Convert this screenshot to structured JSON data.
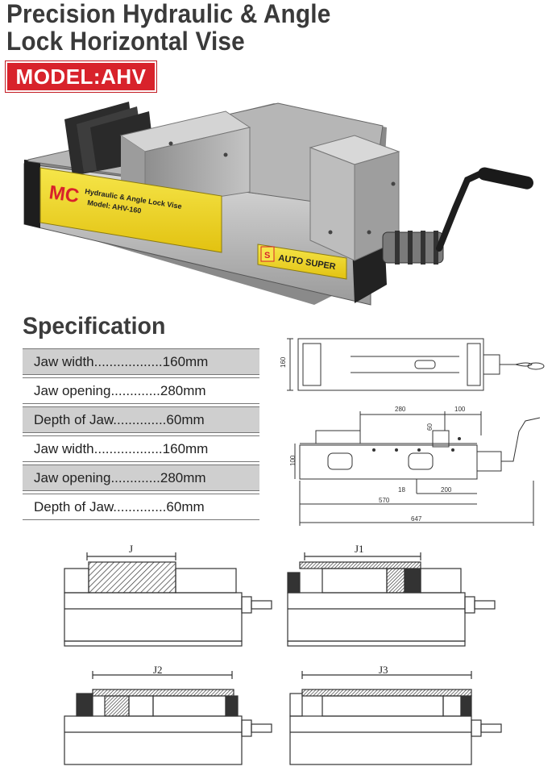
{
  "header": {
    "title_line1": "Precision Hydraulic & Angle",
    "title_line2": "Lock Horizontal Vise",
    "model_badge": "MODEL:AHV"
  },
  "product_image": {
    "brand": "MC",
    "label_line1": "Hydraulic & Angle Lock Vise",
    "label_line2": "Model: AHV-160",
    "maker": "AUTO SUPER",
    "colors": {
      "label_yellow": "#f3d81a",
      "brand_red": "#d8222b",
      "steel": "#b9b9b9",
      "jaw_dark": "#2c2c2c"
    }
  },
  "specification": {
    "heading": "Specification",
    "rows": [
      {
        "text": "Jaw width..................160mm"
      },
      {
        "text": "Jaw opening.............280mm"
      },
      {
        "text": "Depth of Jaw..............60mm"
      },
      {
        "text": "Jaw width..................160mm"
      },
      {
        "text": "Jaw opening.............280mm"
      },
      {
        "text": "Depth of Jaw..............60mm"
      }
    ]
  },
  "dimension_drawings": {
    "top_view_width": "160",
    "d_280": "280",
    "d_100": "100",
    "d_60": "60",
    "d_height": "100",
    "d_18": "18",
    "d_200": "200",
    "d_570": "570",
    "d_647": "647"
  },
  "jaw_configurations": {
    "labels": [
      "J",
      "J1",
      "J2",
      "J3"
    ]
  },
  "theme": {
    "badge_red": "#d8222b",
    "row_shade": "#cfcfcf"
  }
}
